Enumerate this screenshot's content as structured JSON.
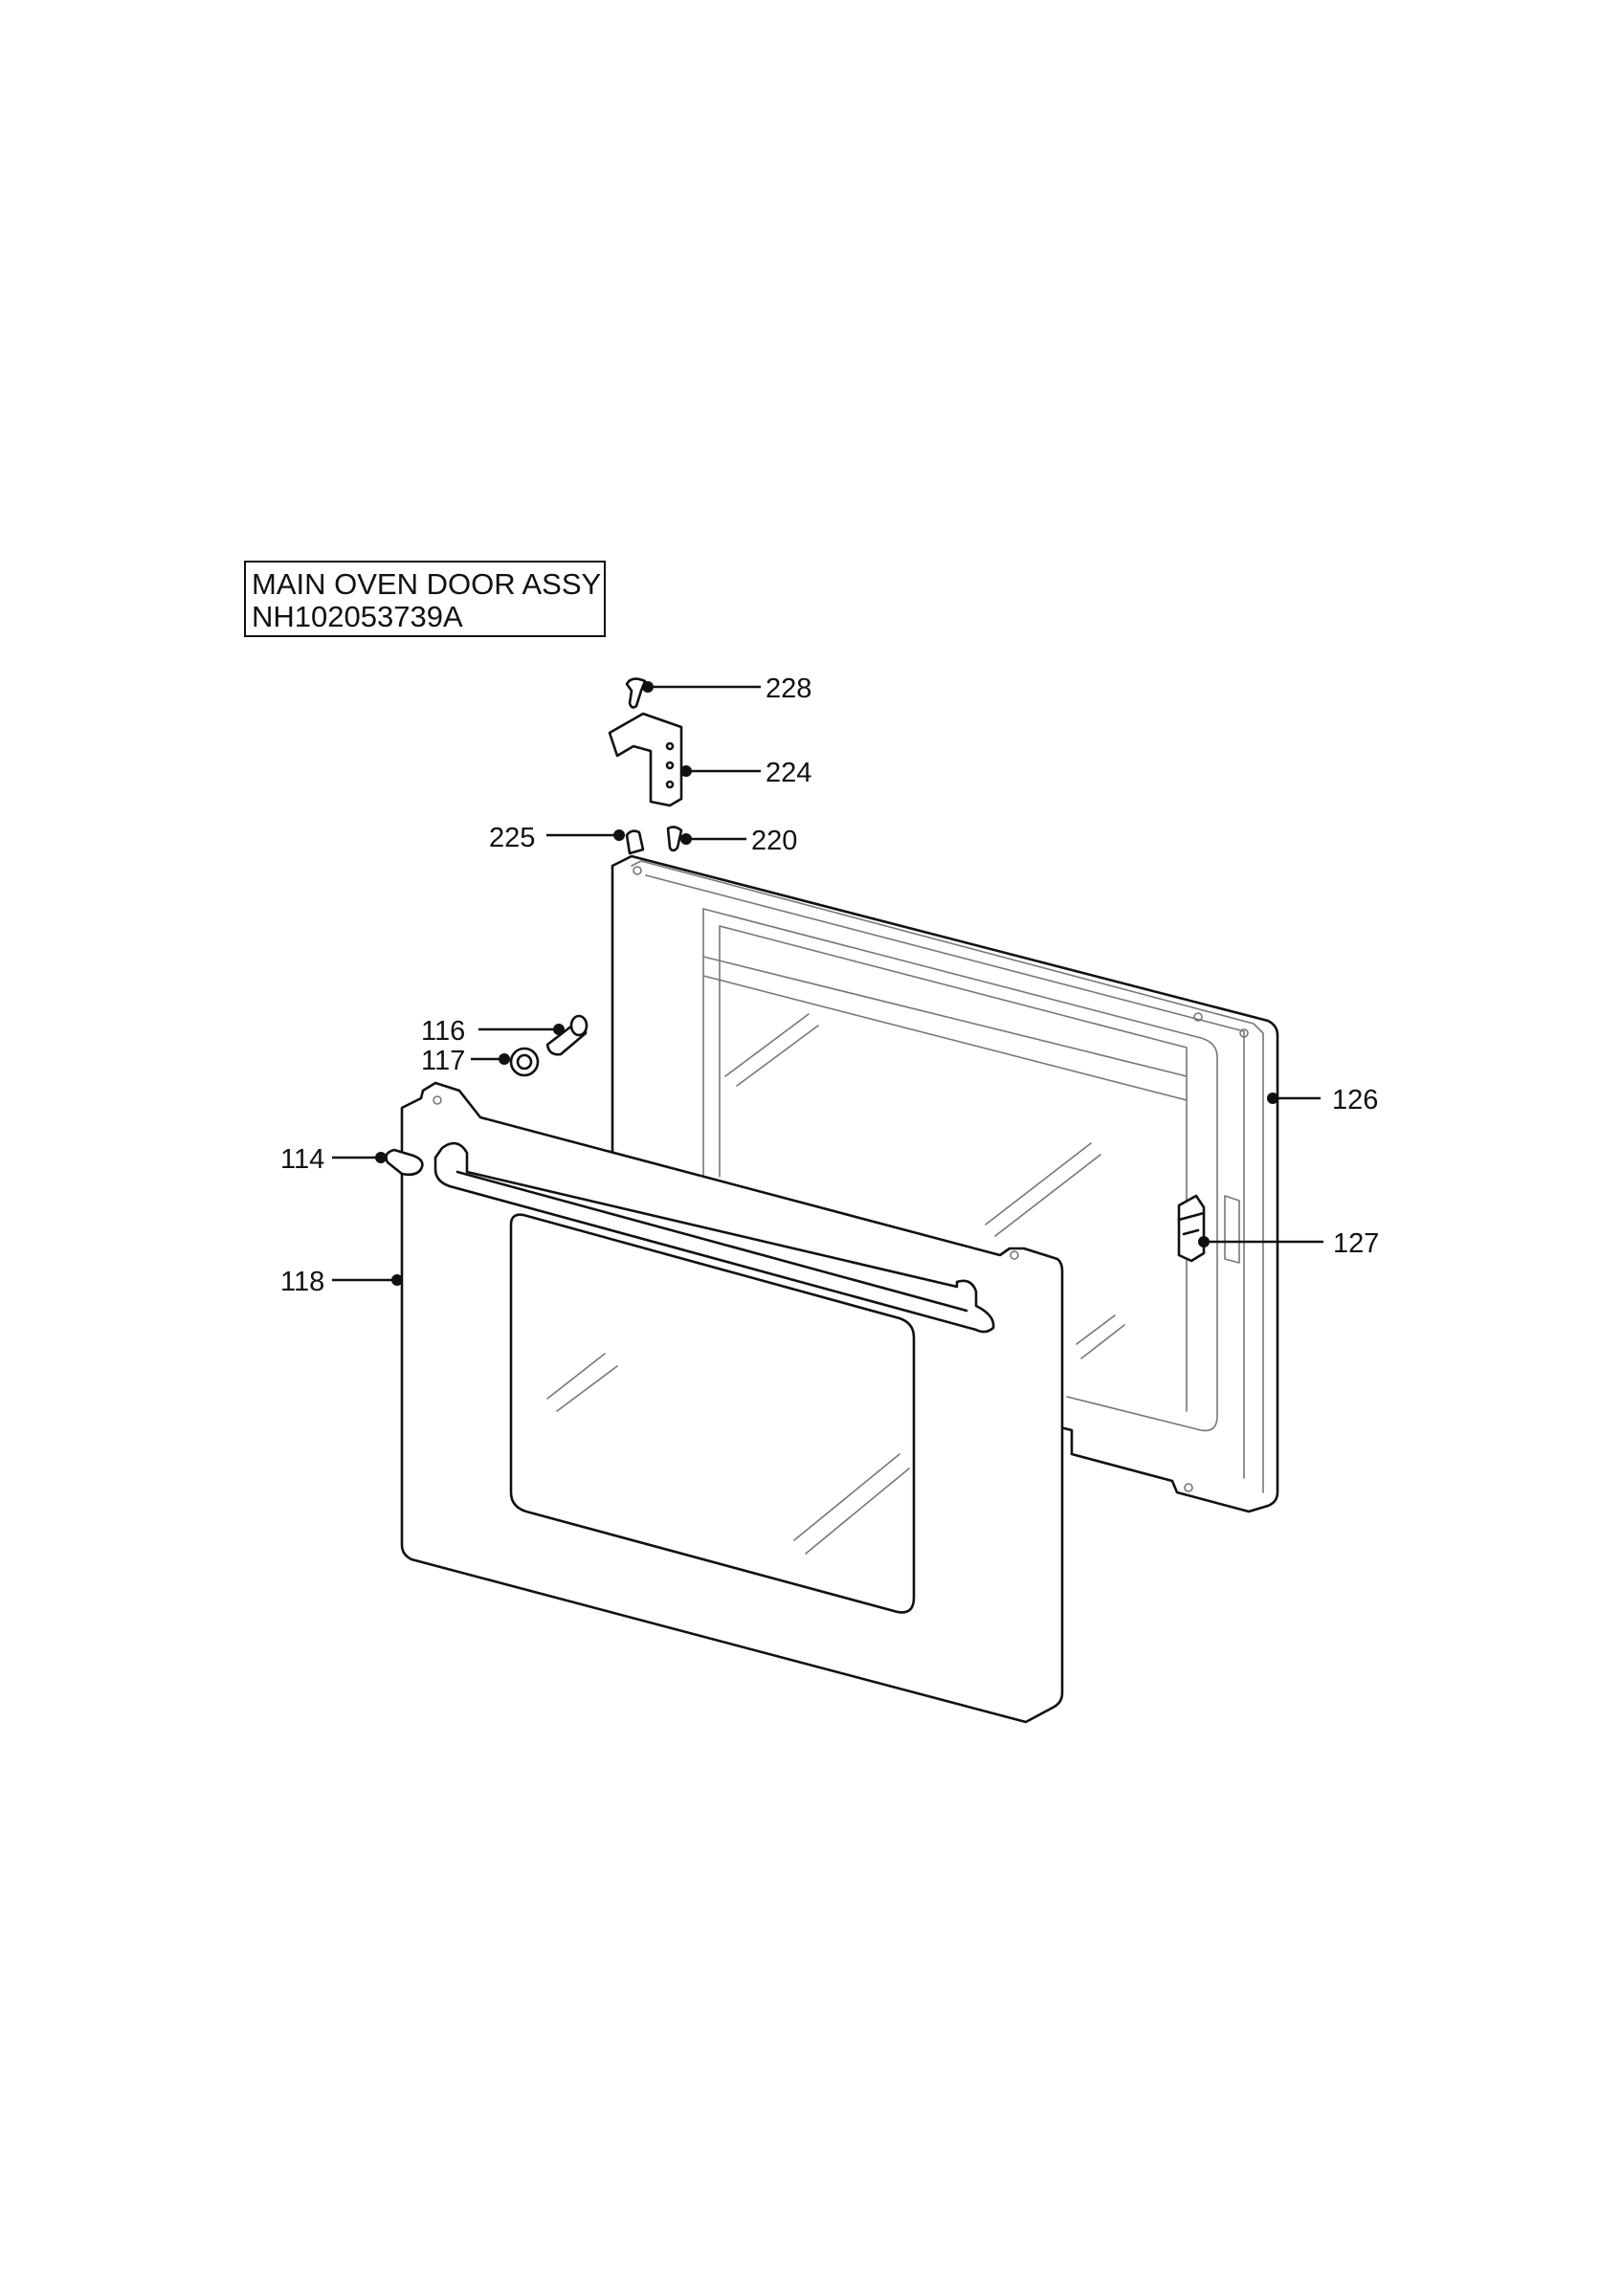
{
  "title": {
    "line1": "MAIN OVEN DOOR ASSY",
    "line2": "NH102053739A"
  },
  "callouts": {
    "p228": "228",
    "p224": "224",
    "p225": "225",
    "p220": "220",
    "p116": "116",
    "p117": "117",
    "p126": "126",
    "p114": "114",
    "p127": "127",
    "p118": "118"
  },
  "colors": {
    "line": "#111111",
    "background": "#ffffff",
    "inner_detail": "#777777"
  }
}
